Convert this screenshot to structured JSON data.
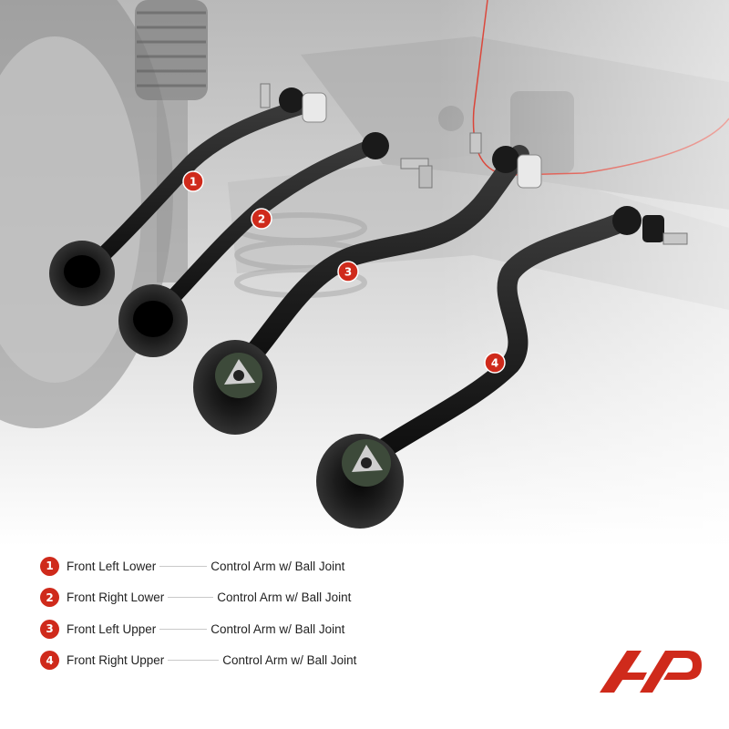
{
  "callouts": [
    {
      "number": "1",
      "position": "Front Left Lower",
      "description": "Control Arm w/ Ball Joint"
    },
    {
      "number": "2",
      "position": "Front Right Lower",
      "description": "Control Arm w/ Ball Joint"
    },
    {
      "number": "3",
      "position": "Front Left Upper",
      "description": "Control Arm w/ Ball Joint"
    },
    {
      "number": "4",
      "position": "Front Right Upper",
      "description": "Control Arm w/ Ball Joint"
    }
  ],
  "colors": {
    "badge": "#cf2a1b",
    "arm": "#141414",
    "background": "#ffffff",
    "accent_line": "#d8372a"
  },
  "icons": [
    "brand-logo-icon"
  ]
}
